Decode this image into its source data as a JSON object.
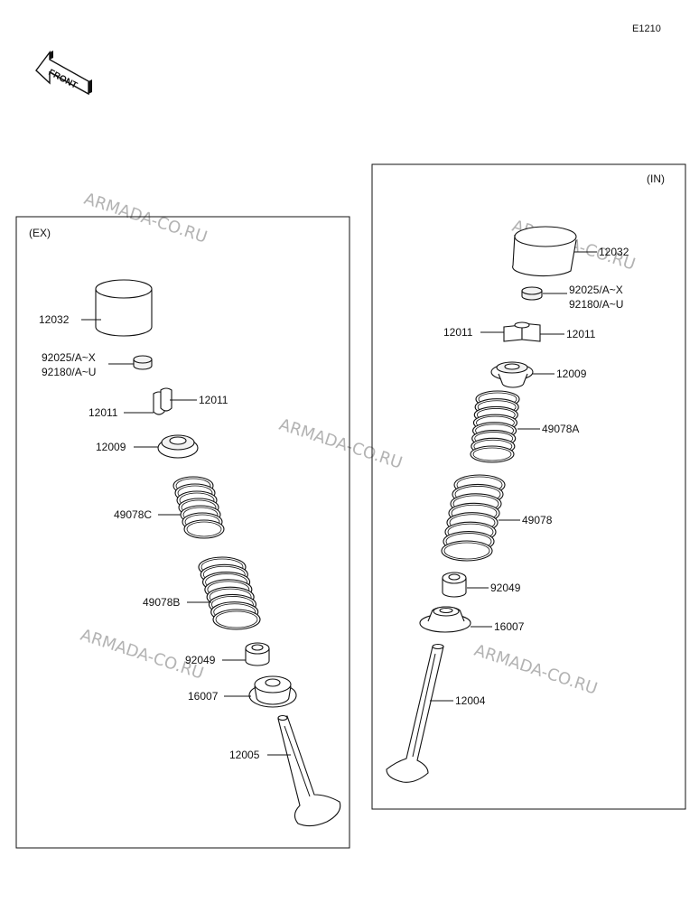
{
  "diagram_code": "E1210",
  "front_badge": "FRONT",
  "watermark": "ARMADA-CO.RU",
  "ex_panel": {
    "title": "(EX)",
    "labels": {
      "tappet": "12032",
      "shim_a": "92025/A~X",
      "shim_b": "92180/A~U",
      "cotter_right": "12011",
      "cotter_left": "12011",
      "retainer": "12009",
      "spring_inner": "49078C",
      "spring_outer": "49078B",
      "seal": "92049",
      "seat": "16007",
      "valve": "12005"
    }
  },
  "in_panel": {
    "title": "(IN)",
    "labels": {
      "tappet": "12032",
      "shim_a": "92025/A~X",
      "shim_b": "92180/A~U",
      "cotter_left": "12011",
      "cotter_right": "12011",
      "retainer": "12009",
      "spring_inner": "49078A",
      "spring_outer": "49078",
      "seal": "92049",
      "seat": "16007",
      "valve": "12004"
    }
  }
}
